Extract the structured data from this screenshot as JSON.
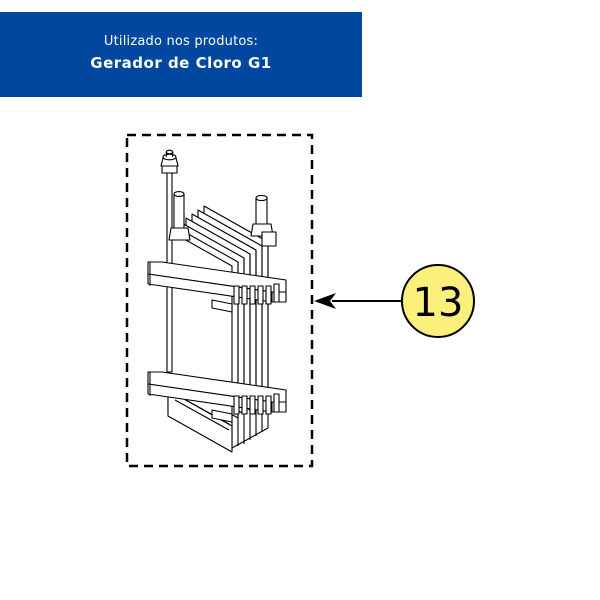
{
  "banner": {
    "subtitle": "Utilizado  nos produtos:",
    "title": "Gerador de Cloro G1",
    "background_color": "#0047a0",
    "text_color": "#ffffff"
  },
  "callout": {
    "number": "13",
    "fill_color": "#fbf07c",
    "stroke_color": "#000000"
  },
  "part": {
    "icon": "electrode-cell-icon"
  }
}
